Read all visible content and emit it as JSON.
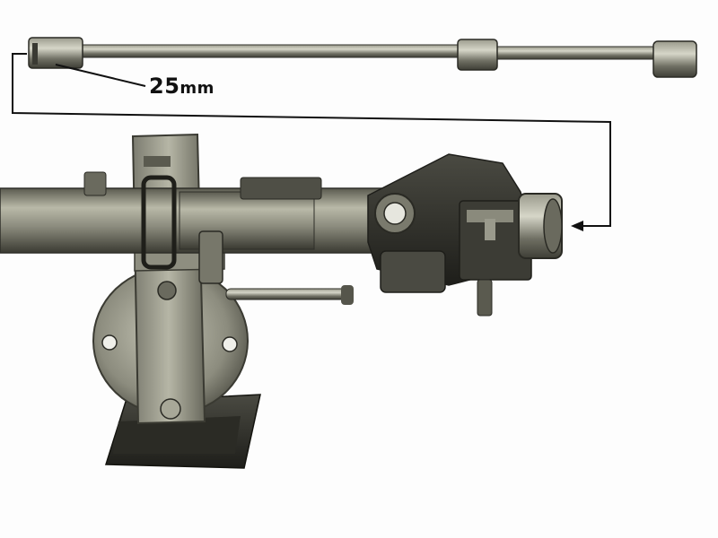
{
  "photo": {
    "subject": "gear-shift-linkage-assembly",
    "tone": "grayscale"
  },
  "callout": {
    "number": "25",
    "unit": "mm"
  }
}
